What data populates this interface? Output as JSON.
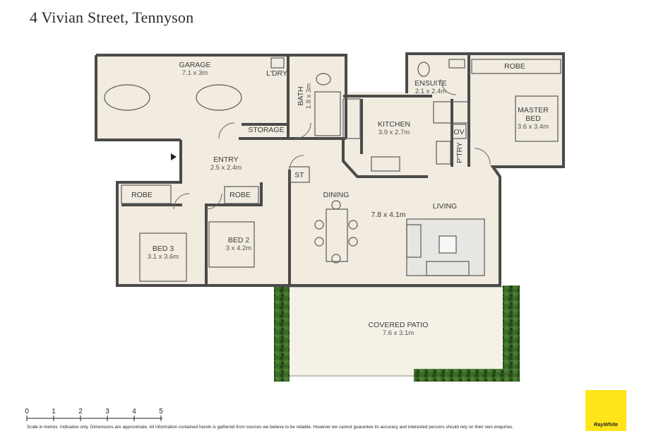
{
  "title": "4 Vivian Street, Tennyson",
  "rooms": {
    "garage": {
      "name": "GARAGE",
      "dim": "7.1 x 3m"
    },
    "laundry": {
      "name": "L'DRY"
    },
    "bath": {
      "name": "BATH",
      "dim": "1.8 x 3m"
    },
    "storage": {
      "name": "STORAGE"
    },
    "ensuite": {
      "name": "ENSUITE",
      "dim": "2.1 x 2.4m"
    },
    "robe_master": {
      "name": "ROBE"
    },
    "master_bed": {
      "name": "MASTER BED",
      "dim": "3.6 x 3.4m"
    },
    "kitchen": {
      "name": "KITCHEN",
      "dim": "3.9 x 2.7m"
    },
    "oven": {
      "name": "OV"
    },
    "pantry": {
      "name": "P'TRY"
    },
    "entry": {
      "name": "ENTRY",
      "dim": "2.5 x 2.4m"
    },
    "store": {
      "name": "ST"
    },
    "robe_bed3": {
      "name": "ROBE"
    },
    "robe_bed2": {
      "name": "ROBE"
    },
    "bed3": {
      "name": "BED 3",
      "dim": "3.1 x 3.6m"
    },
    "bed2": {
      "name": "BED 2",
      "dim": "3 x 4.2m"
    },
    "dining": {
      "name": "DINING"
    },
    "living_dim": {
      "dim": "7.8 x 4.1m"
    },
    "living": {
      "name": "LIVING"
    },
    "patio": {
      "name": "COVERED PATIO",
      "dim": "7.6 x 3.1m"
    }
  },
  "scale": {
    "ticks": [
      "0",
      "1",
      "2",
      "3",
      "4",
      "5"
    ]
  },
  "disclaimer": "Scale in metres. Indicative only. Dimensions are approximate. All information contained herein is gathered from sources we believe to be reliable. However we cannot guarantee its accuracy and interested persons should rely on their own enquiries.",
  "brand": {
    "name": "RayWhite",
    "color": "#ffe51a"
  },
  "colors": {
    "floor": "#f1ebe0",
    "wall": "#4a4a4a",
    "patio": "#f6f1e6",
    "hedge": "#2f5a1f"
  }
}
